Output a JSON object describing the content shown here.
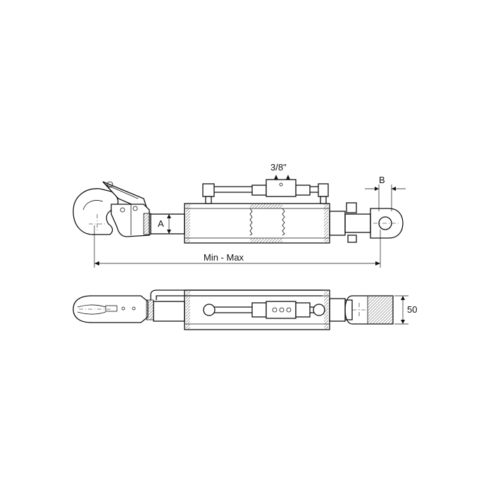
{
  "labels": {
    "port_size": "3/8\"",
    "dim_a": "A",
    "dim_b": "B",
    "length": "Min - Max",
    "width": "50"
  },
  "colors": {
    "line": "#111111",
    "hatch": "#555555",
    "background": "#ffffff"
  }
}
